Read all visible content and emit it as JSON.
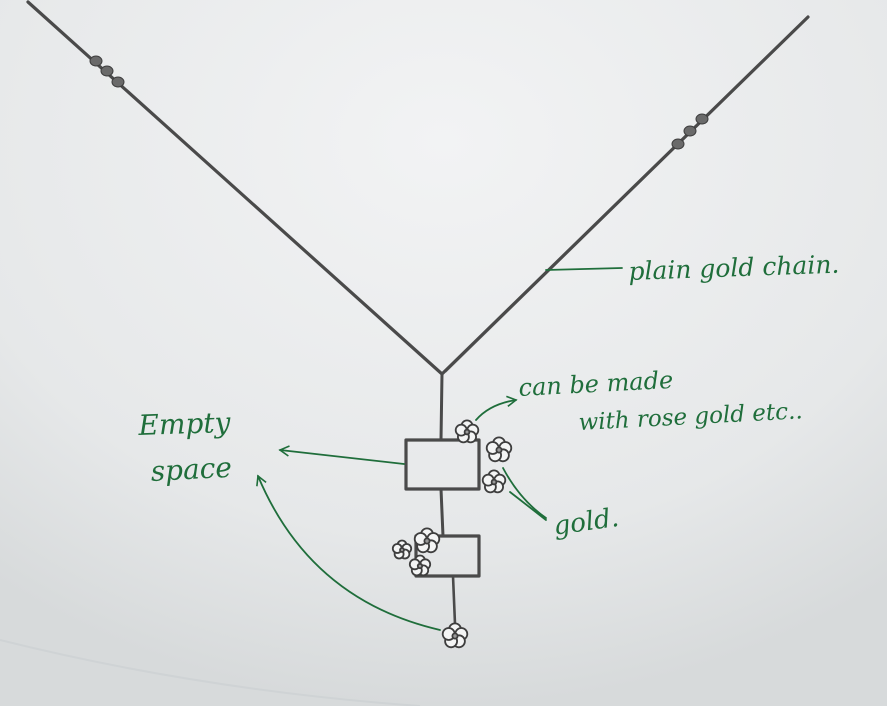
{
  "labels": {
    "chain": "plain gold chain.",
    "rose_line1": "can be made",
    "rose_line2": "with rose gold etc..",
    "empty_line1": "Empty",
    "empty_line2": "space",
    "gold": "gold."
  },
  "colors": {
    "paper": "#e9ebec",
    "pencil": "#4a4a4a",
    "ink": "#1f6e3b"
  }
}
